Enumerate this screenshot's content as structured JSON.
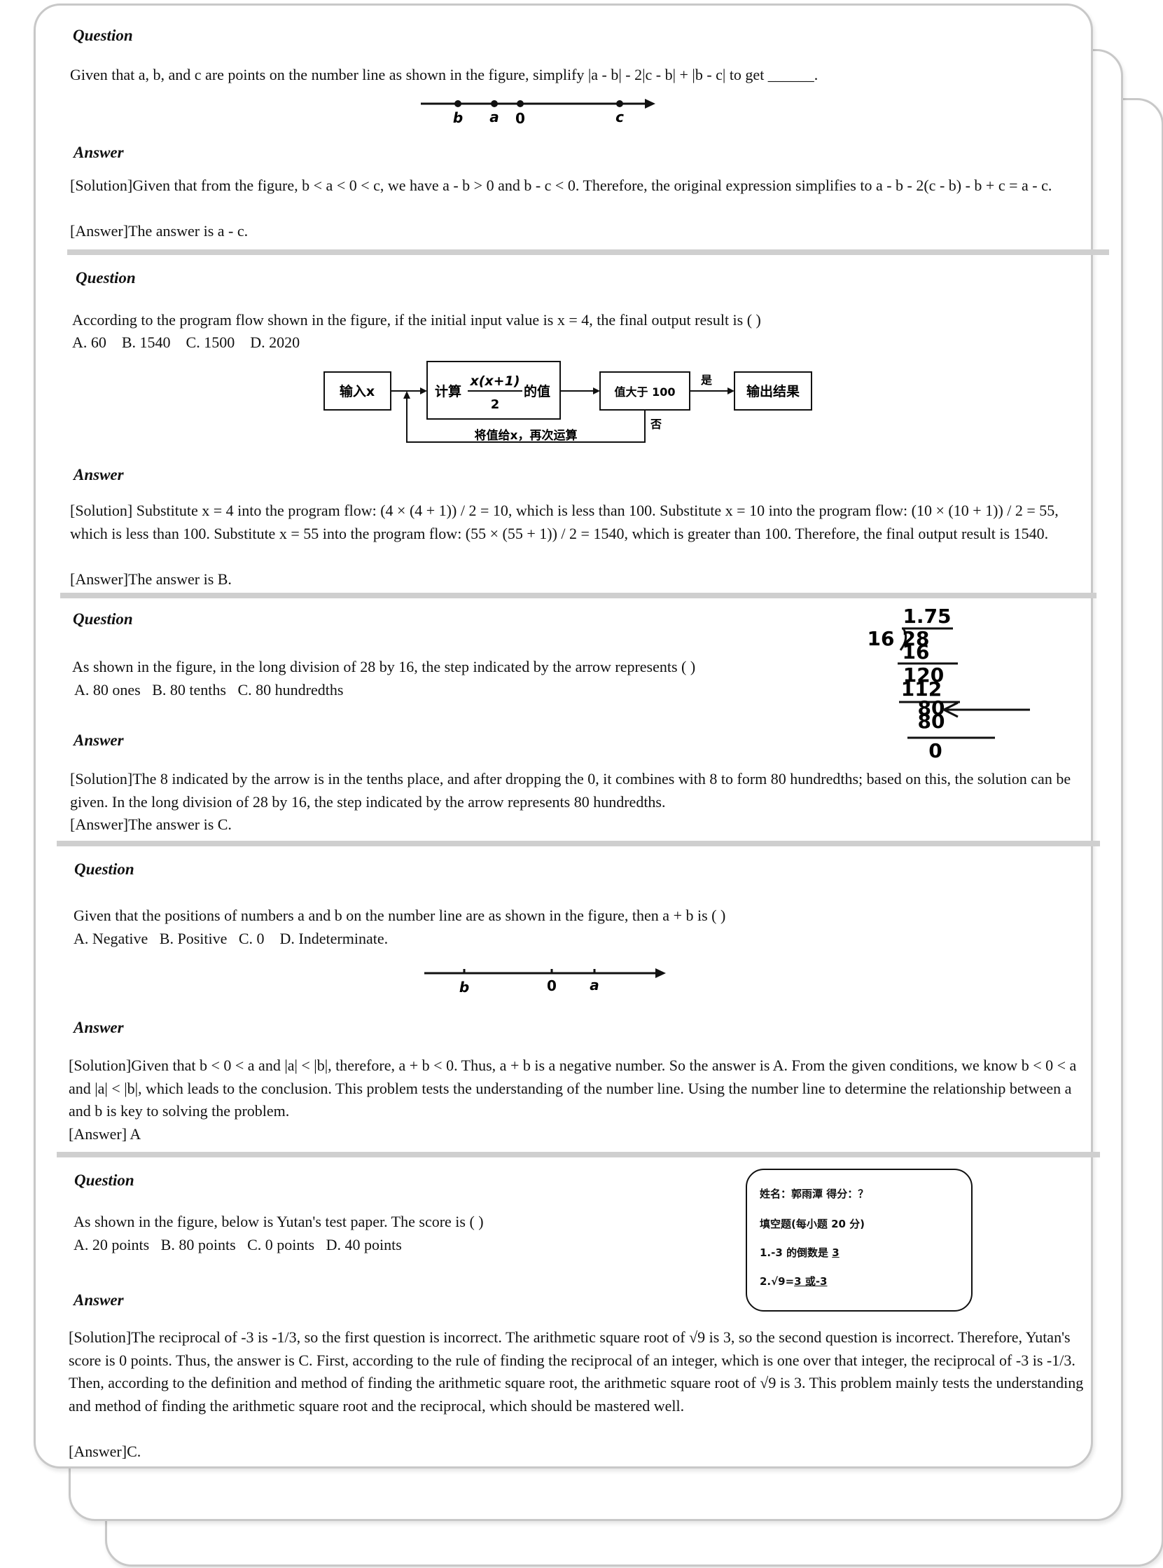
{
  "headings": {
    "question": "Question",
    "answer": "Answer"
  },
  "q1": {
    "question": "Given that a, b, and c are points on the number line as shown in the figure, simplify |a - b| - 2|c - b| + |b - c| to get ______.",
    "figure_labels": [
      "b",
      "a",
      "0",
      "c"
    ],
    "solution": "[Solution]Given that from the figure, b < a < 0 < c, we have a - b > 0 and b - c < 0. Therefore, the original expression simplifies to a - b - 2(c - b) - b + c = a - c.",
    "answer": "[Answer]The answer is a - c."
  },
  "q2": {
    "question": "According to the program flow shown in the figure, if the initial input value is x = 4, the final output result is ( )",
    "options": "A. 60    B. 1540    C. 1500    D. 2020",
    "flow": {
      "input": "输入x",
      "calc_prefix": "计算",
      "calc_numerator": "x(x+1)",
      "calc_denominator": "2",
      "calc_suffix": "的值",
      "compare": "值大于 100",
      "yes": "是",
      "no": "否",
      "output": "输出结果",
      "loop": "将值给x，再次运算"
    },
    "solution": "[Solution] Substitute x = 4 into the program flow: (4 × (4 + 1)) / 2 = 10, which is less than 100. Substitute x = 10 into the program flow: (10 × (10 + 1)) / 2 = 55, which is less than 100. Substitute x = 55 into the program flow: (55 × (55 + 1)) / 2 = 1540, which is greater than 100. Therefore, the final output result is 1540.",
    "answer": "[Answer]The answer is B."
  },
  "q3": {
    "question": "As shown in the figure, in the long division of 28 by 16, the step indicated by the arrow represents ( )",
    "options": "A. 80 ones   B. 80 tenths   C. 80 hundredths",
    "division": {
      "quotient": "1.75",
      "divisor": "16",
      "dividend": "28",
      "rows": [
        "16",
        "120",
        "112",
        "80",
        "80",
        "0"
      ]
    },
    "solution": "[Solution]The 8 indicated by the arrow is in the tenths place, and after dropping the 0, it combines with 8 to form 80 hundredths; based on this, the solution can be given. In the long division of 28 by 16, the step indicated by the arrow represents 80 hundredths.",
    "answer": "[Answer]The answer is C."
  },
  "q4": {
    "question": "Given that the positions of numbers a and b on the number line are as shown in the figure, then a + b is ( )",
    "options": "A. Negative   B. Positive   C. 0    D. Indeterminate.",
    "figure_labels": [
      "b",
      "0",
      "a"
    ],
    "solution": "[Solution]Given that b < 0 < a and |a| < |b|, therefore, a + b < 0. Thus, a + b is a negative number. So the answer is A. From the given conditions, we know b < 0 < a and |a| < |b|, which leads to the conclusion. This problem tests the understanding of the number line. Using the number line to determine the relationship between a and b is key to solving the problem.",
    "answer": "[Answer] A"
  },
  "q5": {
    "question": "As shown in the figure, below is Yutan's test paper. The score is ( )",
    "options": "A. 20 points   B. 80 points   C. 0 points   D. 40 points",
    "paper": {
      "line1": "姓名：郭雨潭     得分：？",
      "line2": "填空题(每小题 20 分)",
      "line3_prefix": "1.-3 的倒数是 ",
      "line3_answer": "3",
      "line4_prefix": "2.√9=",
      "line4_answer": "3 或-3"
    },
    "solution": "[Solution]The reciprocal of -3 is -1/3, so the first question is incorrect. The arithmetic square root of √9 is 3, so the second question is incorrect. Therefore, Yutan's score is 0 points. Thus, the answer is C. First, according to the rule of finding the reciprocal of an integer, which is one over that integer, the reciprocal of -3 is -1/3. Then, according to the definition and method of finding the arithmetic square root, the arithmetic square root of √9 is 3. This problem mainly tests the understanding and method of finding the arithmetic square root and the reciprocal, which should be mastered well.",
    "answer": "[Answer]C."
  }
}
